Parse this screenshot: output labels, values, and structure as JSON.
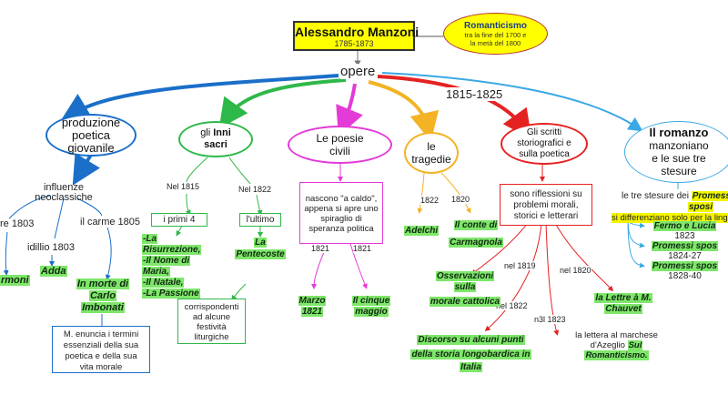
{
  "center": {
    "title": "Alessandro Manzoni",
    "years": "1785-1873"
  },
  "romanticismo": {
    "title": "Romanticismo",
    "sub1": "tra la fine del 1700 e",
    "sub2": "la metà del 1800"
  },
  "opere_label": "opere",
  "date_range_label": "1815-1825",
  "branches": {
    "poetica": {
      "l1": "produzione",
      "l2": "poetica",
      "l3": "giovanile"
    },
    "inni": {
      "pre": "gli ",
      "bold1": "Inni",
      "bold2": "sacri"
    },
    "civili": {
      "l1": "Le poesie",
      "l2": "civili"
    },
    "tragedie": {
      "l1": "le",
      "l2": "tragedie"
    },
    "scritti": {
      "l1": "Gli scritti",
      "l2": "storiografici e",
      "l3": "sulla poetica"
    },
    "romanzo": {
      "l1": "Il romanzo",
      "l2": "manzoniano",
      "l3": "e le sue tre",
      "l4": "stesure"
    }
  },
  "poetica_detail": {
    "influenze1": "influenze",
    "influenze2": "neoclassiche",
    "e1803": "re 1803",
    "idillio": "idillio 1803",
    "adda": "Adda",
    "rmoni": "rmoni",
    "carme": "il carme 1805",
    "morte1": "In morte di",
    "morte2": "Carlo",
    "morte3": "Imbonati",
    "box1": "M. enuncia i termini",
    "box2": "essenziali della sua",
    "box3": "poetica e della sua",
    "box4": "vita morale"
  },
  "inni_detail": {
    "nel1815": "Nel 1815",
    "nel1822": "Nel 1822",
    "primi4": "i primi 4",
    "ultimo": "l'ultimo",
    "list": [
      "-La",
      "Risurrezione,",
      "-Il Nome di",
      "Maria,",
      "-Il Natale,",
      "-La Passione"
    ],
    "pent1": "La",
    "pent2": "Pentecoste",
    "corr1": "corrispondenti",
    "corr2": "ad alcune",
    "corr3": "festività",
    "corr4": "liturgiche"
  },
  "civili_detail": {
    "b1": "nascono \"a caldo\",",
    "b2": "appena si apre uno",
    "b3": "spiraglio di",
    "b4": "speranza politica",
    "y1": "1821",
    "y2": "1821",
    "marzo1": "Marzo",
    "marzo2": "1821",
    "cinque1": "Il cinque",
    "cinque2": "maggio"
  },
  "tragedie_detail": {
    "y1": "1822",
    "y2": "1820",
    "adelchi": "Adelchi",
    "conte1": "Il conte di",
    "conte2": "Carmagnola"
  },
  "scritti_detail": {
    "b1": "sono riflessioni su",
    "b2": "problemi morali,",
    "b3": "storici e letterari",
    "nel1819": "nel 1819",
    "nel1820": "nel 1820",
    "nel1822": "nel 1822",
    "n31823": "n3l 1823",
    "oss1": "Osservazioni",
    "oss2": "sulla",
    "oss3": "morale cattolica",
    "lettre1": "la Lettre à M.",
    "lettre2": "Chauvet",
    "disc1": "Discorso su alcuni punti",
    "disc2": "della storia longobardica in",
    "disc3": "Italia",
    "lett1": "la lettera al marchese",
    "lett2": "d'Azeglio",
    "lett3": "Sul",
    "lett4": "Romanticismo."
  },
  "romanzo_detail": {
    "stesure_pre": "le tre stesure dei ",
    "stesure_hl1": "Promessi",
    "stesure_hl2": "sposi",
    "diff": "si differenziano solo per la lingua",
    "fermo": "Fermo e Lucia",
    "y1823": "1823",
    "ps1": "Promessi spos",
    "y1824": "1824-27",
    "ps2": "Promessi spos",
    "y1828": "1828-40"
  }
}
